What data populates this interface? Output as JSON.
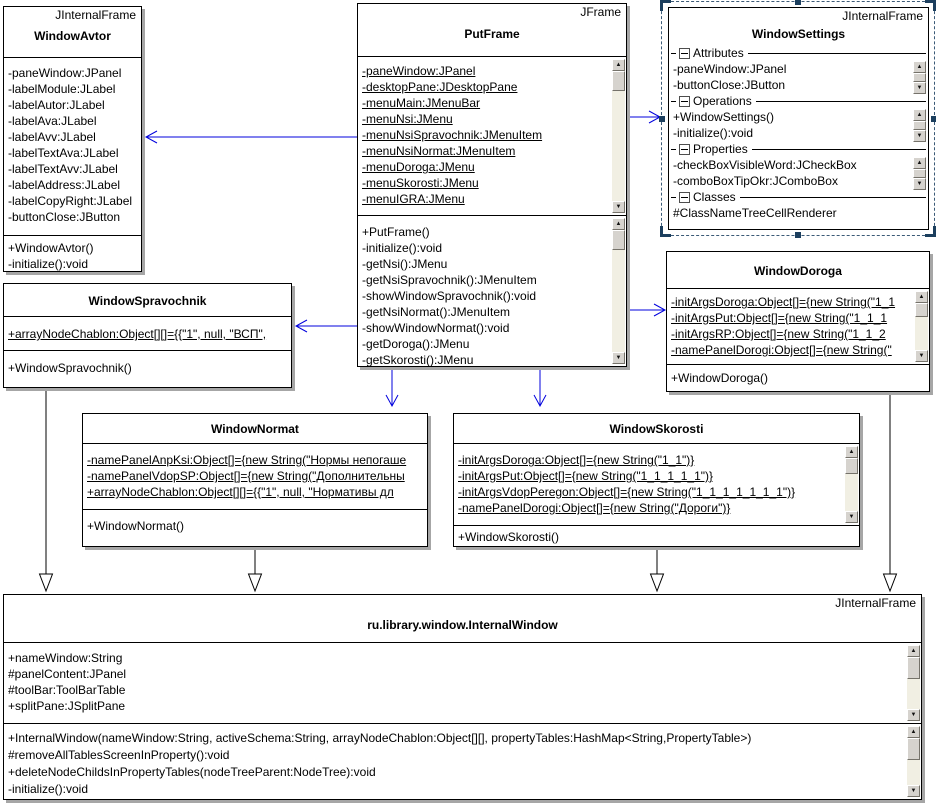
{
  "icons": {
    "scroll_up": "▲",
    "scroll_down": "▼",
    "collapse_icon": "minus-box"
  },
  "colors": {
    "connector_blue": "#0000dd",
    "selection_navy": "#1c3f5e",
    "box_border": "#000000",
    "shadow_gray": "#a6a6a6"
  },
  "window_avtor": {
    "stereotype": "JInternalFrame",
    "name": "WindowAvtor",
    "attributes": [
      "-paneWindow:JPanel",
      "-labelModule:JLabel",
      "-labelAutor:JLabel",
      "-labelAva:JLabel",
      "-labelAvv:JLabel",
      "-labelTextAva:JLabel",
      "-labelTextAvv:JLabel",
      "-labelAddress:JLabel",
      "-labelCopyRight:JLabel",
      "-buttonClose:JButton"
    ],
    "operations": [
      "+WindowAvtor()",
      "-initialize():void"
    ]
  },
  "put_frame": {
    "stereotype": "JFrame",
    "name": "PutFrame",
    "attributes": [
      "-paneWindow:JPanel",
      "-desktopPane:JDesktopPane",
      "-menuMain:JMenuBar",
      "-menuNsi:JMenu",
      "-menuNsiSpravochnik:JMenuItem",
      "-menuNsiNormat:JMenuItem",
      "-menuDoroga:JMenu",
      "-menuSkorosti:JMenu",
      "-menuIGRA:JMenu"
    ],
    "operations": [
      "+PutFrame()",
      "-initialize():void",
      "-getNsi():JMenu",
      "-getNsiSpravochnik():JMenuItem",
      "-showWindowSpravochnik():void",
      "-getNsiNormat():JMenuItem",
      "-showWindowNormat():void",
      "-getDoroga():JMenu",
      "-getSkorosti():JMenu"
    ]
  },
  "window_settings": {
    "stereotype": "JInternalFrame",
    "name": "WindowSettings",
    "sections": [
      {
        "label": "Attributes",
        "items": [
          "-paneWindow:JPanel",
          "-buttonClose:JButton"
        ]
      },
      {
        "label": "Operations",
        "items": [
          "+WindowSettings()",
          "-initialize():void"
        ]
      },
      {
        "label": "Properties",
        "items": [
          "-checkBoxVisibleWord:JCheckBox",
          "-comboBoxTipOkr:JComboBox"
        ]
      },
      {
        "label": "Classes",
        "items": [
          "#ClassNameTreeCellRenderer"
        ]
      }
    ]
  },
  "window_spravochnik": {
    "name": "WindowSpravochnik",
    "attributes": [
      "+arrayNodeChablon:Object[][]={{\"1\", null, \"ВСП\","
    ],
    "operations": [
      "+WindowSpravochnik()"
    ]
  },
  "window_doroga": {
    "name": "WindowDoroga",
    "attributes": [
      "-initArgsDoroga:Object[]={new String(\"1_1",
      "-initArgsPut:Object[]={new String(\"1_1_1",
      "-initArgsRP:Object[]={new String(\"1_1_2",
      "-namePanelDorogi:Object[]={new String(\""
    ],
    "operations": [
      "+WindowDoroga()"
    ]
  },
  "window_normat": {
    "name": "WindowNormat",
    "attributes": [
      "-namePanelAnpKsi:Object[]={new String(\"Нормы непогаше",
      "-namePanelVdopSP:Object[]={new String(\"Дополнительны",
      "+arrayNodeChablon:Object[][]={{\"1\", null, \"Нормативы дл"
    ],
    "operations": [
      "+WindowNormat()"
    ]
  },
  "window_skorosti": {
    "name": "WindowSkorosti",
    "attributes": [
      "-initArgsDoroga:Object[]={new String(\"1_1\")}",
      "-initArgsPut:Object[]={new String(\"1_1_1_1_1\")}",
      "-initArgsVdopPeregon:Object[]={new String(\"1_1_1_1_1_1_1\")}",
      "-namePanelDorogi:Object[]={new String(\"Дороги\")}"
    ],
    "operations": [
      "+WindowSkorosti()"
    ]
  },
  "internal_window": {
    "stereotype": "JInternalFrame",
    "name": "ru.library.window.InternalWindow",
    "attributes": [
      "+nameWindow:String",
      "#panelContent:JPanel",
      "#toolBar:ToolBarTable",
      "+splitPane:JSplitPane"
    ],
    "operations": [
      "+InternalWindow(nameWindow:String, activeSchema:String, arrayNodeChablon:Object[][], propertyTables:HashMap<String,PropertyTable>)",
      "#removeAllTablesScreenInProperty():void",
      "+deleteNodeChildsInPropertyTables(nodeTreeParent:NodeTree):void",
      "-initialize():void"
    ]
  }
}
